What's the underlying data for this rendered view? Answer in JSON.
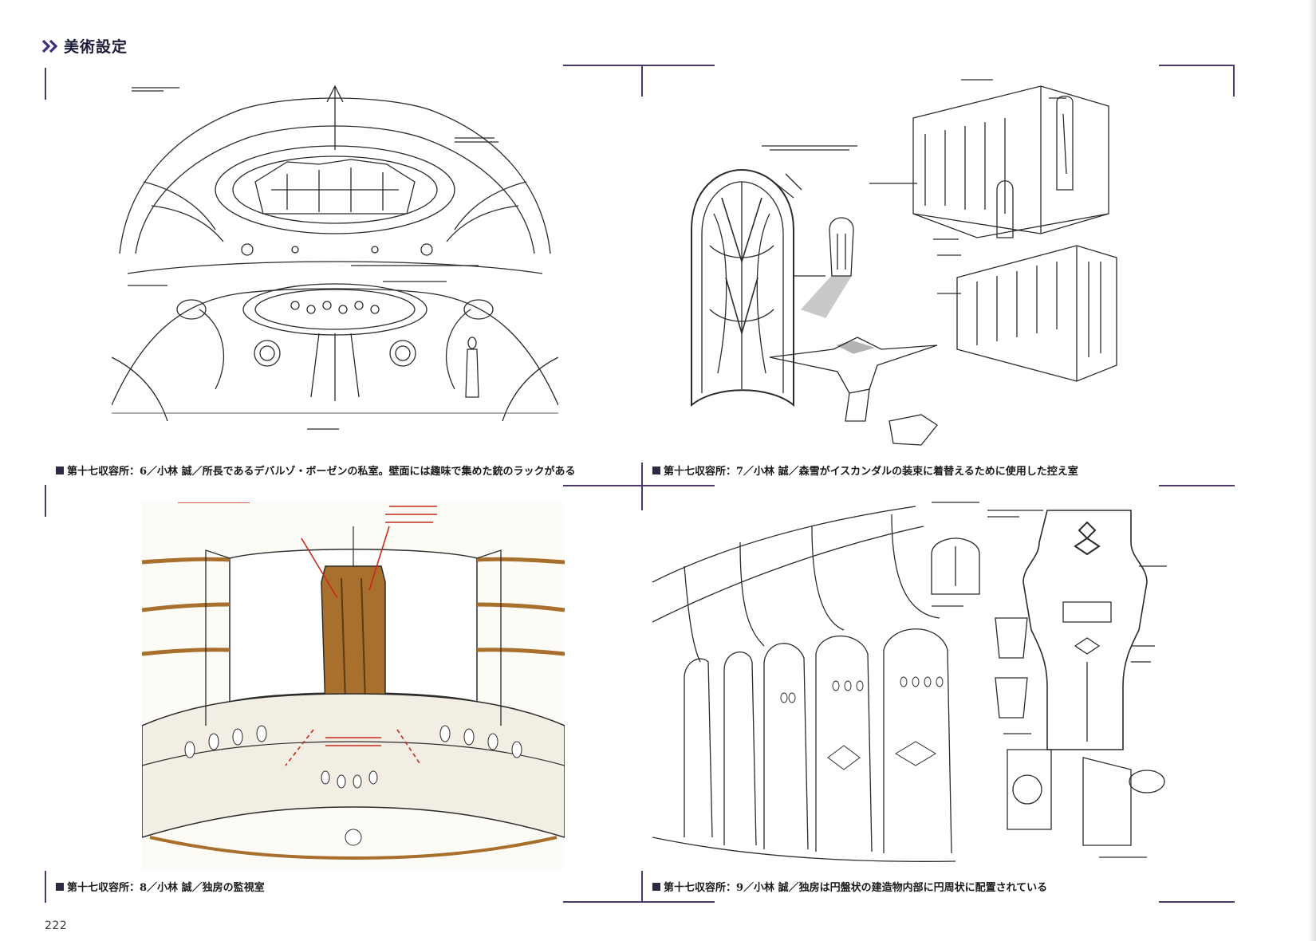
{
  "section": {
    "icon": "double-chevron-icon",
    "title": "美術設定"
  },
  "colors": {
    "frame": "#4b3a6b",
    "sketch": "#2b2b2b",
    "annotation_red": "#c8281e",
    "wood": "#a8702c",
    "header_text": "#1c1c3a"
  },
  "panels": [
    {
      "caption": "第十七収容所：6／小林 誠／所長であるデバルゾ・ボーゼンの私室。壁面には趣味で集めた銃のラックがある"
    },
    {
      "caption": "第十七収容所：7／小林 誠／森雪がイスカンダルの装束に着替えるために使用した控え室"
    },
    {
      "caption": "第十七収容所：8／小林 誠／独房の監視室"
    },
    {
      "caption": "第十七収容所：9／小林 誠／独房は円盤状の建造物内部に円周状に配置されている"
    }
  ],
  "page_number": "222"
}
